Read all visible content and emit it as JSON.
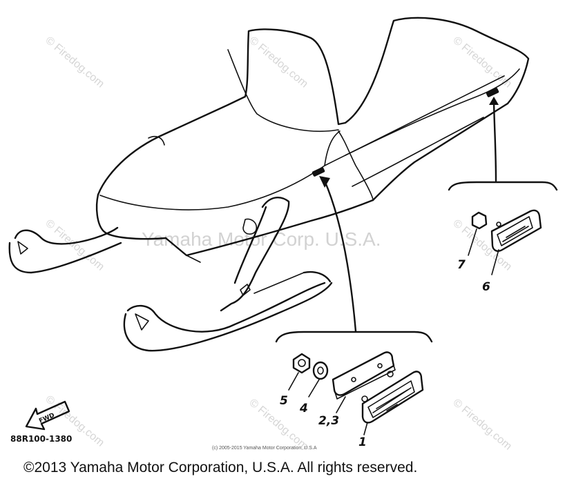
{
  "watermarks": {
    "firedog": "© Firedog.com",
    "center_mark": "Yamaha Motor Corp. U.S.A."
  },
  "callouts": {
    "c1": "1",
    "c23": "2,3",
    "c4": "4",
    "c5": "5",
    "c6": "6",
    "c7": "7"
  },
  "part_number": "88R100-1380",
  "forward_arrow": "FWD",
  "small_copyright": "(c) 2005-2015 Yamaha Motor Corporation, U.S.A",
  "copyright": "©2013 Yamaha Motor Corporation, U.S.A. All rights reserved."
}
